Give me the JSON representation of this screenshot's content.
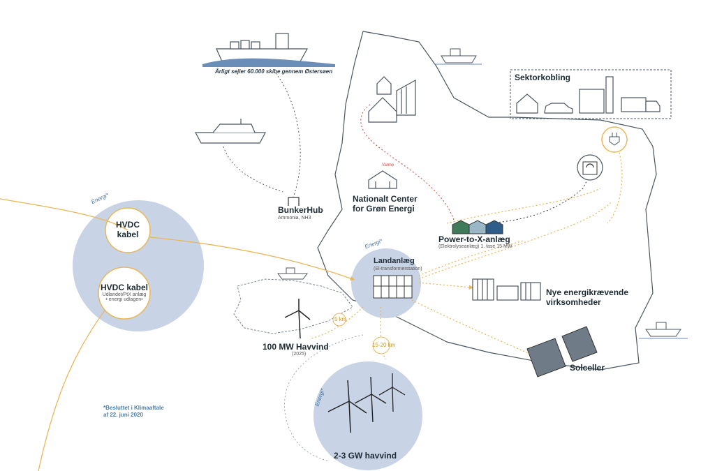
{
  "colors": {
    "hub_circle": "#c9d3e6",
    "energy_line": "#e8b75a",
    "heat_line": "#d9534f",
    "island_outline": "#4a5560",
    "dark_text": "#1c2a33",
    "note_blue": "#4c7fa8"
  },
  "ships": {
    "caption": "Årligt sejler 60.000 skibe gennem Østersøen"
  },
  "labels": {
    "bunkerhub": "BunkerHub",
    "bunkerhub_sub": "Ammonia, NH3",
    "national_center_1": "Nationalt Center",
    "national_center_2": "for Grøn Energi",
    "sektorkobling": "Sektorkobling",
    "ptx_title": "Power-to-X-anlæg",
    "ptx_sub": "(Elektrolyseanlæg) 1. fase 15 MW",
    "landanlaeg": "Landanlæg",
    "landanlaeg_sub": "(El-transformerstation)",
    "nye_1": "Nye energikrævende",
    "nye_2": "virksomheder",
    "solceller": "Solceller",
    "havvind_100": "100 MW Havvind",
    "havvind_100_sub": "(2025)",
    "havvind_gw": "2-3 GW havvind",
    "hvdc1_1": "HVDC",
    "hvdc1_2": "kabel",
    "hvdc2_1": "HVDC kabel",
    "hvdc2_sub1": "Udlandet/PtX anlæg",
    "hvdc2_sub2": "• energi udlagen•",
    "energi": "Energi*",
    "km_short": "5 km",
    "km_long": "15-20 km",
    "heat_tag": "Varme",
    "note_1": "*Besluttet i Klimaaftale",
    "note_2": "af 22. juni 2020"
  },
  "icons": [
    "container-ship-icon",
    "ferry-icon",
    "small-boat-icon",
    "house-icon",
    "barn-icon",
    "factory-icon",
    "car-icon",
    "truck-icon",
    "recycle-icon",
    "plug-icon",
    "transformer-icon",
    "wind-turbine-icon",
    "solar-panel-icon",
    "electrolyzer-icon",
    "bunker-icon"
  ]
}
